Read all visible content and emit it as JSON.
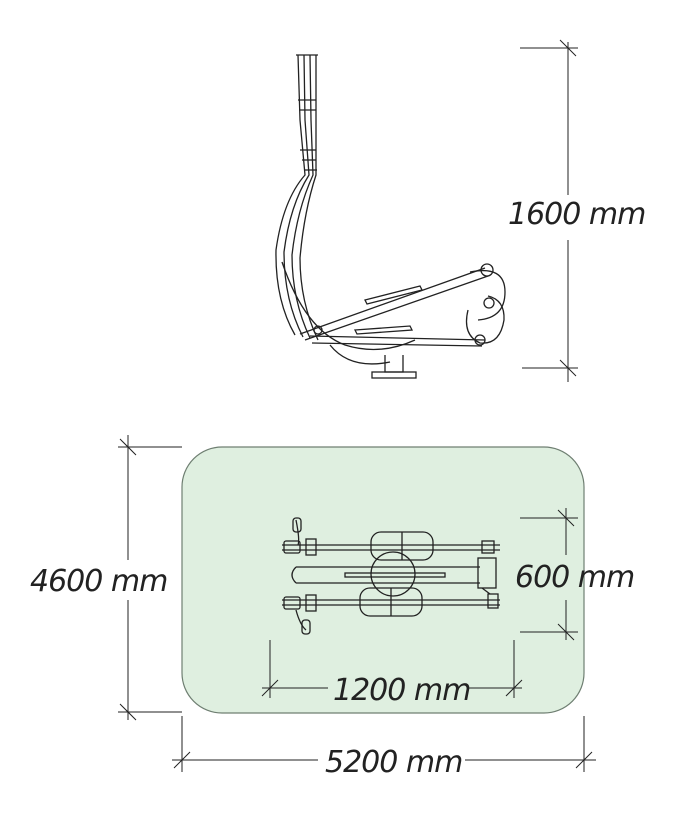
{
  "colors": {
    "safety_zone_fill": "#dfefe0",
    "safety_zone_stroke": "#6f7f72",
    "line": "#222222"
  },
  "dimensions": {
    "height": "1600 mm",
    "depth": "4600 mm",
    "equipment_width": "600 mm",
    "equipment_length": "1200 mm",
    "width": "5200 mm"
  }
}
